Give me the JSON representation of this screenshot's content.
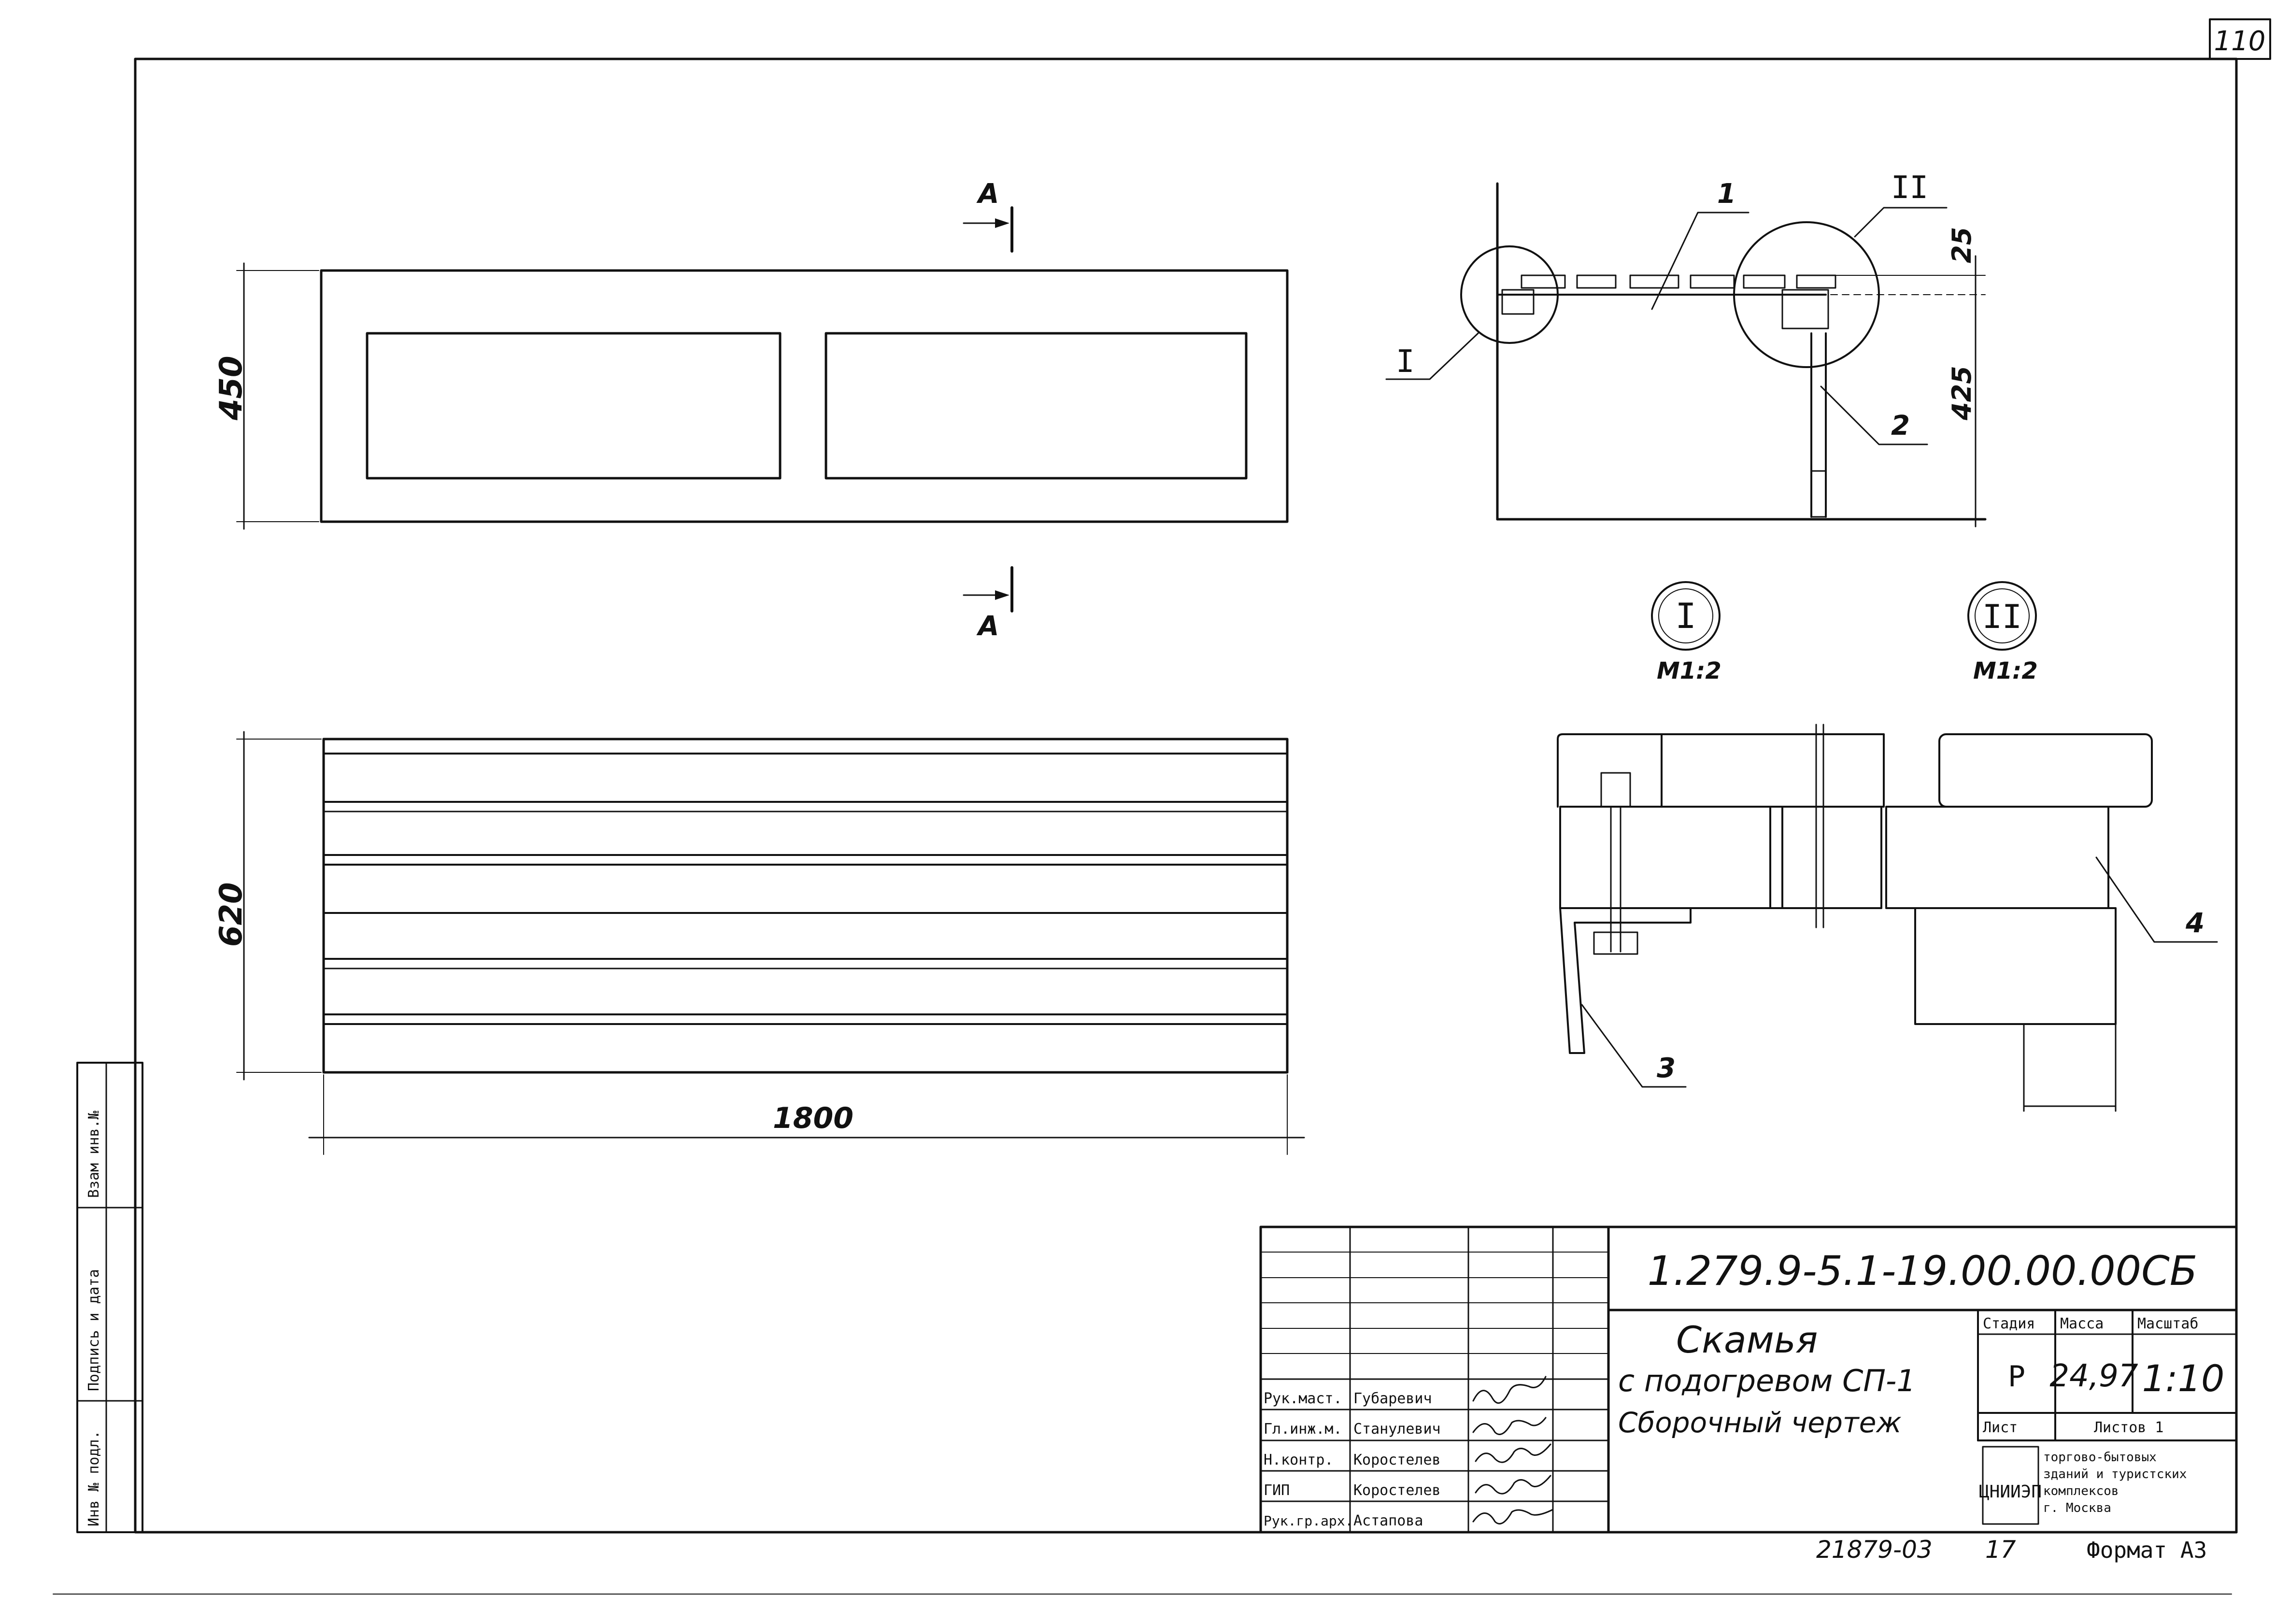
{
  "sheet": {
    "sheet_number": "110",
    "bottom_code": "21879-03",
    "bottom_page": "17",
    "format_label": "Формат А3"
  },
  "left_strip": {
    "labels": [
      "Инв № подл.",
      "Подпись и дата",
      "Взам инв.№"
    ]
  },
  "plan_view": {
    "section_letter": "А",
    "dim_height": "450"
  },
  "bench_view": {
    "dim_height": "620",
    "dim_length": "1800"
  },
  "section_view": {
    "dim_top": "25",
    "dim_side": "425",
    "callouts": [
      "1",
      "2",
      "I",
      "II"
    ]
  },
  "details": {
    "detail1_mark": "I",
    "detail1_scale": "М1:2",
    "detail2_mark": "II",
    "detail2_scale": "М1:2",
    "callouts": [
      "3",
      "4"
    ]
  },
  "title_block": {
    "doc_code": "1.279.9-5.1-19.00.00.00СБ",
    "title_lines": [
      "Скамья",
      "с подогревом СП-1",
      "Сборочный чертеж"
    ],
    "headers": {
      "stage": "Стадия",
      "mass": "Масса",
      "scale": "Масштаб",
      "sheet": "Лист",
      "sheets": "Листов 1"
    },
    "values": {
      "stage": "Р",
      "mass": "24,97",
      "scale": "1:10"
    },
    "org_logo": "ЦНИИЭП",
    "org_lines": [
      "торгово-бытовых",
      "зданий и туристских",
      "комплексов",
      "г. Москва"
    ],
    "roles": [
      {
        "role": "Рук.маст.",
        "name": "Губаревич"
      },
      {
        "role": "Гл.инж.м.",
        "name": "Станулевич"
      },
      {
        "role": "Н.контр.",
        "name": "Коростелев"
      },
      {
        "role": "ГИП",
        "name": "Коростелев"
      },
      {
        "role": "Рук.гр.арх.",
        "name": "Астапова"
      }
    ]
  }
}
